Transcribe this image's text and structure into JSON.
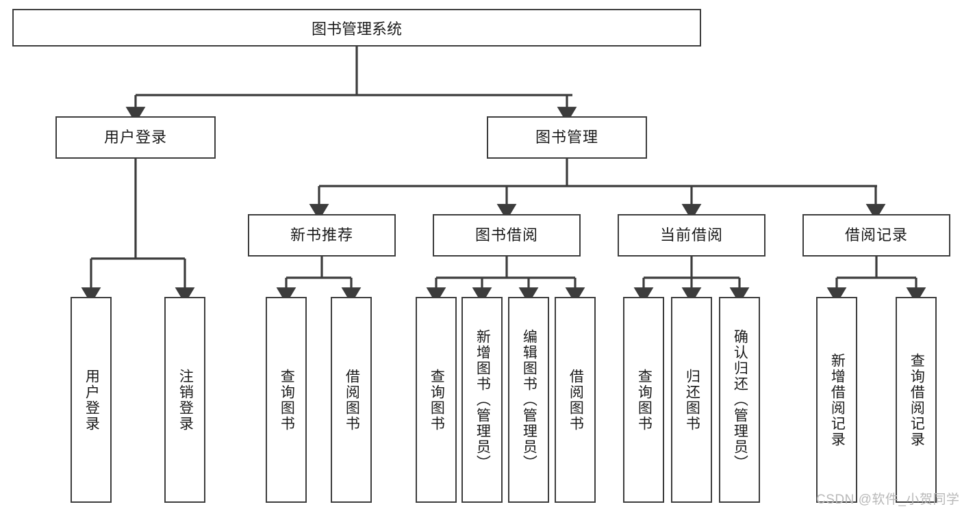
{
  "diagram": {
    "type": "tree",
    "title": "图书管理系统",
    "watermark": "CSDN @软件_小贺同学",
    "colors": {
      "stroke": "#3c3c3c",
      "fill": "#ffffff",
      "text": "#1a1a1a",
      "watermark": "#b8b8b8"
    },
    "nodes": {
      "root": {
        "label": "图书管理系统"
      },
      "level2": [
        {
          "id": "user-login",
          "label": "用户登录"
        },
        {
          "id": "book-manage",
          "label": "图书管理"
        }
      ],
      "level3": [
        {
          "id": "new-book-rec",
          "label": "新书推荐"
        },
        {
          "id": "book-borrow",
          "label": "图书借阅"
        },
        {
          "id": "current-borrow",
          "label": "当前借阅"
        },
        {
          "id": "borrow-record",
          "label": "借阅记录"
        }
      ],
      "leaves": [
        {
          "id": "leaf-user-login",
          "label": "用户登录",
          "parent": "user-login"
        },
        {
          "id": "leaf-logout",
          "label": "注销登录",
          "parent": "user-login"
        },
        {
          "id": "leaf-query-book-1",
          "label": "查询图书",
          "parent": "new-book-rec"
        },
        {
          "id": "leaf-borrow-book-1",
          "label": "借阅图书",
          "parent": "new-book-rec"
        },
        {
          "id": "leaf-query-book-2",
          "label": "查询图书",
          "parent": "book-borrow"
        },
        {
          "id": "leaf-add-book",
          "label": "新增图书（管理员）",
          "parent": "book-borrow"
        },
        {
          "id": "leaf-edit-book",
          "label": "编辑图书（管理员）",
          "parent": "book-borrow"
        },
        {
          "id": "leaf-borrow-book-2",
          "label": "借阅图书",
          "parent": "book-borrow"
        },
        {
          "id": "leaf-query-book-3",
          "label": "查询图书",
          "parent": "current-borrow"
        },
        {
          "id": "leaf-return-book",
          "label": "归还图书",
          "parent": "current-borrow"
        },
        {
          "id": "leaf-confirm-return",
          "label": "确认归还（管理员）",
          "parent": "current-borrow"
        },
        {
          "id": "leaf-add-record",
          "label": "新增借阅记录",
          "parent": "borrow-record"
        },
        {
          "id": "leaf-query-record",
          "label": "查询借阅记录",
          "parent": "borrow-record"
        }
      ]
    }
  }
}
